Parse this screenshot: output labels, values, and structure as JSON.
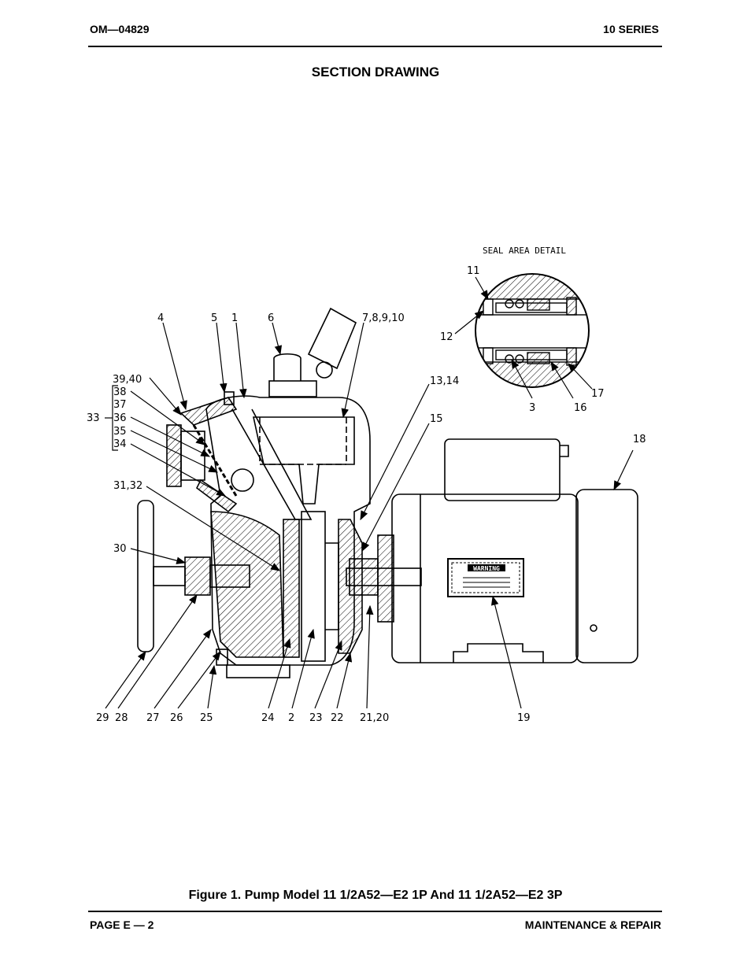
{
  "header": {
    "left": "OM—04829",
    "right": "10 SERIES"
  },
  "section_title": "SECTION DRAWING",
  "drawing": {
    "detail_title": "SEAL AREA DETAIL",
    "warning_label": "WARNING",
    "callouts": {
      "c1": "1",
      "c2": "2",
      "c3": "3",
      "c4": "4",
      "c5": "5",
      "c6": "6",
      "c7_10": "7,8,9,10",
      "c11": "11",
      "c12": "12",
      "c13_14": "13,14",
      "c15": "15",
      "c16": "16",
      "c17": "17",
      "c18": "18",
      "c19": "19",
      "c21_20": "21,20",
      "c22": "22",
      "c23": "23",
      "c24": "24",
      "c25": "25",
      "c26": "26",
      "c27": "27",
      "c28": "28",
      "c29": "29",
      "c30": "30",
      "c31_32": "31,32",
      "c33": "33",
      "c34": "34",
      "c35": "35",
      "c36": "36",
      "c37": "37",
      "c38": "38",
      "c39_40": "39,40"
    }
  },
  "caption": "Figure 1.  Pump Model 11 1/2A52—E2 1P And 11 1/2A52—E2 3P",
  "footer": {
    "left": "PAGE E — 2",
    "right": "MAINTENANCE & REPAIR"
  }
}
